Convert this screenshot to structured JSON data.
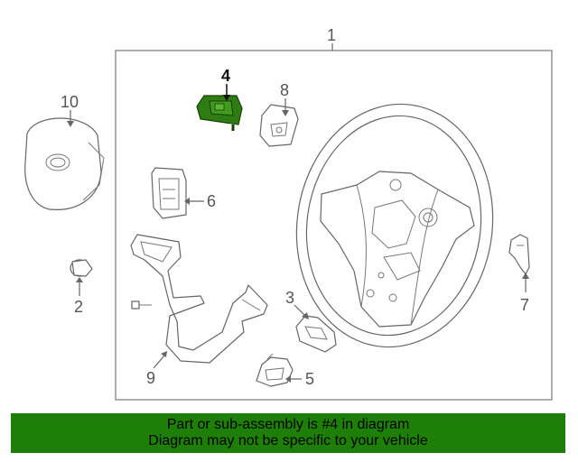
{
  "callouts": {
    "c1": "1",
    "c2": "2",
    "c3": "3",
    "c4": "4",
    "c5": "5",
    "c6": "6",
    "c7": "7",
    "c8": "8",
    "c9": "9",
    "c10": "10"
  },
  "highlight_color": "#2e7d12",
  "footer": {
    "line1": "Part or sub-assembly is #4 in diagram",
    "line2": "Diagram may not be specific to your vehicle",
    "background": "#1e7f06"
  }
}
